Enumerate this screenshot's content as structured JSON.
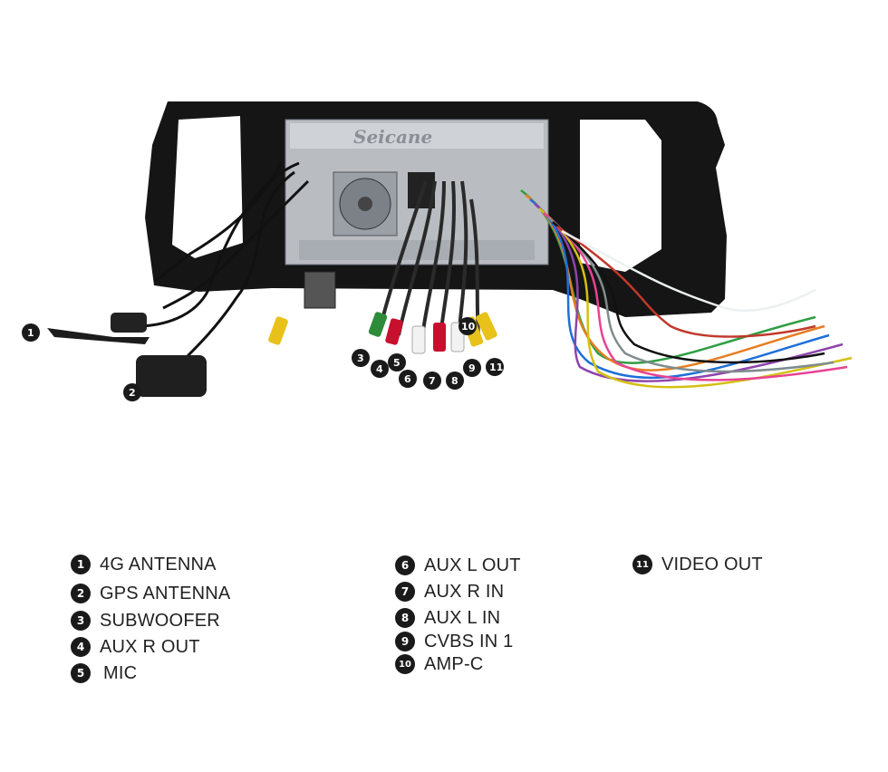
{
  "brand": "Seicane",
  "legend": [
    {
      "n": "1",
      "label": "4G ANTENNA"
    },
    {
      "n": "2",
      "label": "GPS ANTENNA"
    },
    {
      "n": "3",
      "label": "SUBWOOFER"
    },
    {
      "n": "4",
      "label": "AUX R OUT"
    },
    {
      "n": "5",
      "label": "MIC"
    },
    {
      "n": "6",
      "label": "AUX L OUT"
    },
    {
      "n": "7",
      "label": "AUX R IN"
    },
    {
      "n": "8",
      "label": "AUX L IN"
    },
    {
      "n": "9",
      "label": "CVBS IN 1"
    },
    {
      "n": "10",
      "label": "AMP-C"
    },
    {
      "n": "11",
      "label": "VIDEO OUT"
    }
  ]
}
